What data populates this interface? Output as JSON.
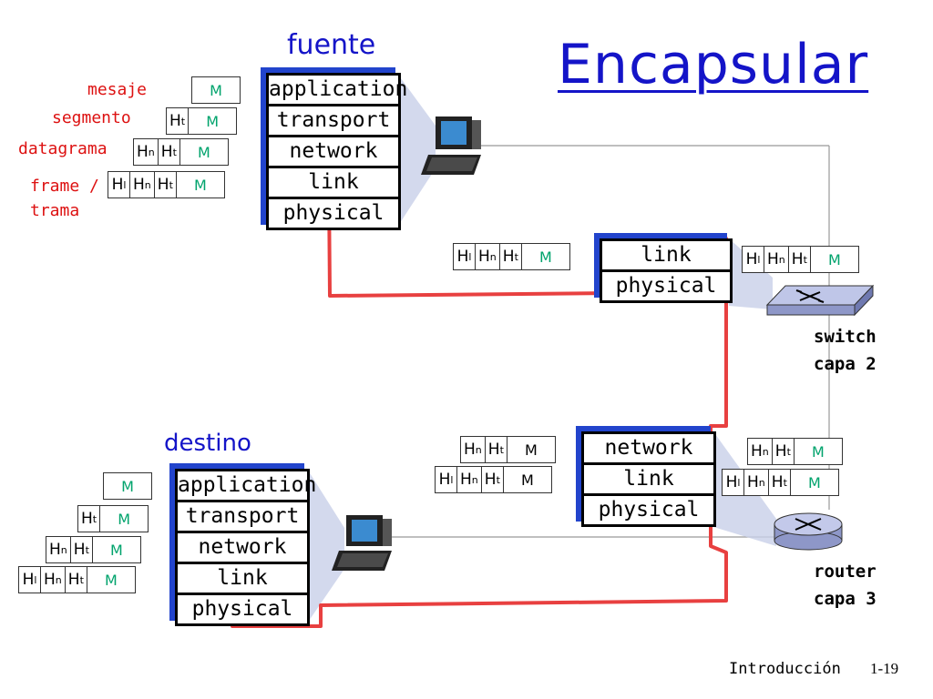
{
  "title": "Encapsular",
  "labels": {
    "source": "fuente",
    "destination": "destino",
    "switch_line1": "switch",
    "switch_line2": "capa 2",
    "router_line1": "router",
    "router_line2": "capa 3"
  },
  "legend": {
    "mesaje": "mesaje",
    "segmento": "segmento",
    "datagrama": "datagrama",
    "frame_line1": "frame /",
    "frame_line2": "trama"
  },
  "headers": {
    "H": "H",
    "l": "l",
    "n": "n",
    "t": "t",
    "M": "M"
  },
  "stacks": {
    "source": [
      "application",
      "transport",
      "network",
      "link",
      "physical"
    ],
    "switch": [
      "link",
      "physical"
    ],
    "router": [
      "network",
      "link",
      "physical"
    ],
    "destination": [
      "application",
      "transport",
      "network",
      "link",
      "physical"
    ]
  },
  "footer": {
    "section": "Introducción",
    "page": "1-19"
  },
  "colors": {
    "title": "#1414c8",
    "legend_text": "#dd1111",
    "message": "#00a36c",
    "path": "#e84040",
    "stack_shadow": "#2244cc"
  }
}
